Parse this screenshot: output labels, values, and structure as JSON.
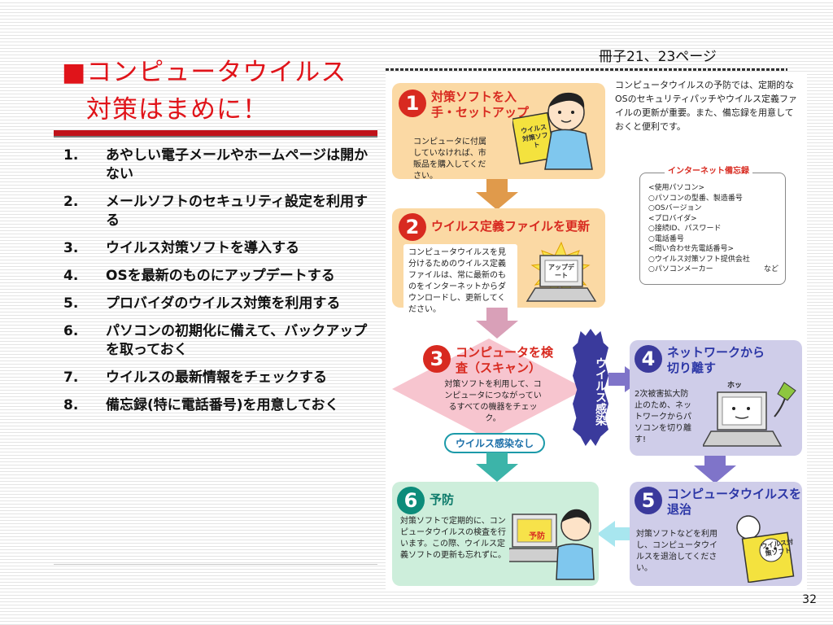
{
  "slide": {
    "title_line1": "■コンピュータウイルス",
    "title_line2": "対策はまめに！",
    "page_number": "32"
  },
  "steps": [
    {
      "num": "1.",
      "text": "あやしい電子メールやホームページは開かない"
    },
    {
      "num": "2.",
      "text": "メールソフトのセキュリティ設定を利用する"
    },
    {
      "num": "3.",
      "text": "ウイルス対策ソフトを導入する"
    },
    {
      "num": "4.",
      "text": "OSを最新のものにアップデートする"
    },
    {
      "num": "5.",
      "text": "プロバイダのウイルス対策を利用する"
    },
    {
      "num": "6.",
      "text": "パソコンの初期化に備えて、バックアップを取っておく"
    },
    {
      "num": "7.",
      "text": "ウイルスの最新情報をチェックする"
    },
    {
      "num": "8.",
      "text": "備忘録(特に電話番号)を用意しておく"
    }
  ],
  "figure": {
    "reference": "冊子21、23ページ",
    "intro": "コンピュータウイルスの予防では、定期的なOSのセキュリティパッチやウイルス定義ファイルの更新が重要。また、備忘録を用意しておくと便利です。",
    "memo": {
      "title": "インターネット備忘録",
      "lines": [
        "<使用パソコン>",
        "○パソコンの型番、製造番号",
        "○OSバージョン",
        "<プロバイダ>",
        "○接続ID、パスワード",
        "○電話番号",
        "<問い合わせ先電話番号>",
        "○ウイルス対策ソフト提供会社"
      ],
      "last_line_left": "○パソコンメーカー",
      "last_line_right": "など"
    },
    "step1": {
      "num": "1",
      "title": "対策ソフトを入手・セットアップ",
      "body": "コンピュータに付属していなければ、市販品を購入してください。",
      "package_label": "ウイルス対策ソフト"
    },
    "step2": {
      "num": "2",
      "title": "ウイルス定義ファイルを更新",
      "body": "コンピュータウイルスを見分けるためのウイルス定義ファイルは、常に最新のものをインターネットからダウンロードし、更新してください。",
      "screen_label": "アップデート"
    },
    "step3": {
      "num": "3",
      "title": "コンピュータを検査（スキャン）",
      "body": "対策ソフトを利用して、コンピュータにつながっているすべての機器をチェック。"
    },
    "virus_banner": "ウイルス感染",
    "no_virus": "ウイルス感染なし",
    "step4": {
      "num": "4",
      "title": "ネットワークから切り離す",
      "body": "2次被害拡大防止のため、ネットワークからパソコンを切り離す!",
      "exclaim": "ホッ"
    },
    "step5": {
      "num": "5",
      "title": "コンピュータウイルスを退治",
      "body": "対策ソフトなどを利用し、コンピュータウイルスを退治してください。",
      "package_label": "ウイルス対策ソフト"
    },
    "step6": {
      "num": "6",
      "title": "予防",
      "body": "対策ソフトで定期的に、コンピュータウイルスの検査を行います。この際、ウイルス定義ソフトの更新も忘れずに。",
      "screen_label": "予防"
    }
  }
}
